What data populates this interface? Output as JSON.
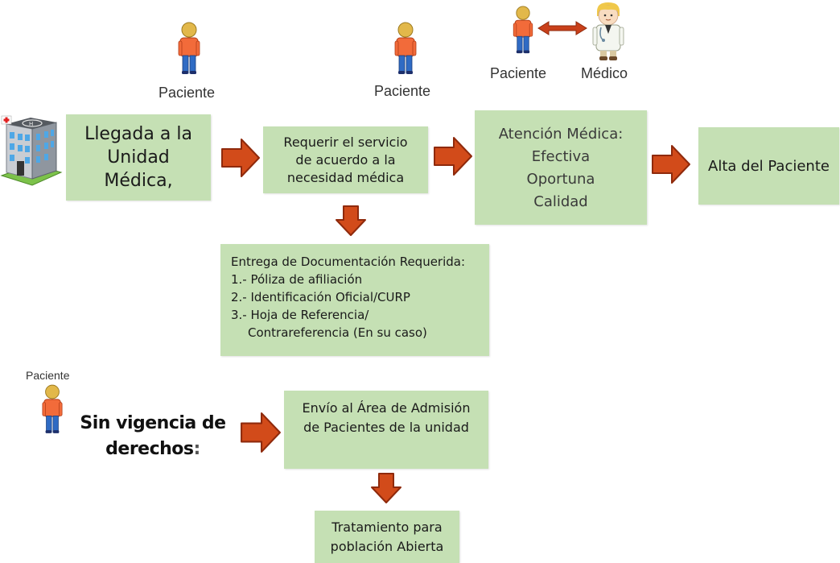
{
  "colors": {
    "box_fill": "#c5e0b4",
    "arrow_fill": "#d24b1a",
    "arrow_stroke": "#8f2a0c",
    "text": "#1a1a1a",
    "label_text": "#333333"
  },
  "actors": {
    "patient_1": "Paciente",
    "patient_2": "Paciente",
    "patient_3": "Paciente",
    "patient_4": "Paciente",
    "doctor": "Médico"
  },
  "steps": {
    "llegada": [
      "Llegada a la",
      "Unidad",
      "Médica,"
    ],
    "requerir": [
      "Requerir el servicio",
      "de acuerdo a la",
      "necesidad médica"
    ],
    "atencion": {
      "title": "Atención Médica:",
      "items": [
        "Efectiva",
        "Oportuna",
        "Calidad"
      ]
    },
    "alta": "Alta del Paciente",
    "documentacion": {
      "title": "Entrega de Documentación Requerida:",
      "items": [
        "1.- Póliza de afiliación",
        "2.- Identificación Oficial/CURP",
        "3.- Hoja de Referencia/"
      ],
      "continuation": "Contrareferencia (En su caso)"
    },
    "sin_vigencia": {
      "line1": "Sin vigencia  de",
      "line2": "derechos",
      "colon": ":"
    },
    "envio": [
      "Envío al Área de Admisión",
      "de Pacientes de la unidad"
    ],
    "tratamiento": [
      "Tratamiento para",
      "población Abierta"
    ]
  },
  "icons": {
    "hospital": "hospital-building-icon",
    "patient": "person-icon",
    "doctor": "doctor-icon",
    "bidirectional_arrow": "double-arrow-icon",
    "flow_arrow": "block-arrow-icon"
  }
}
